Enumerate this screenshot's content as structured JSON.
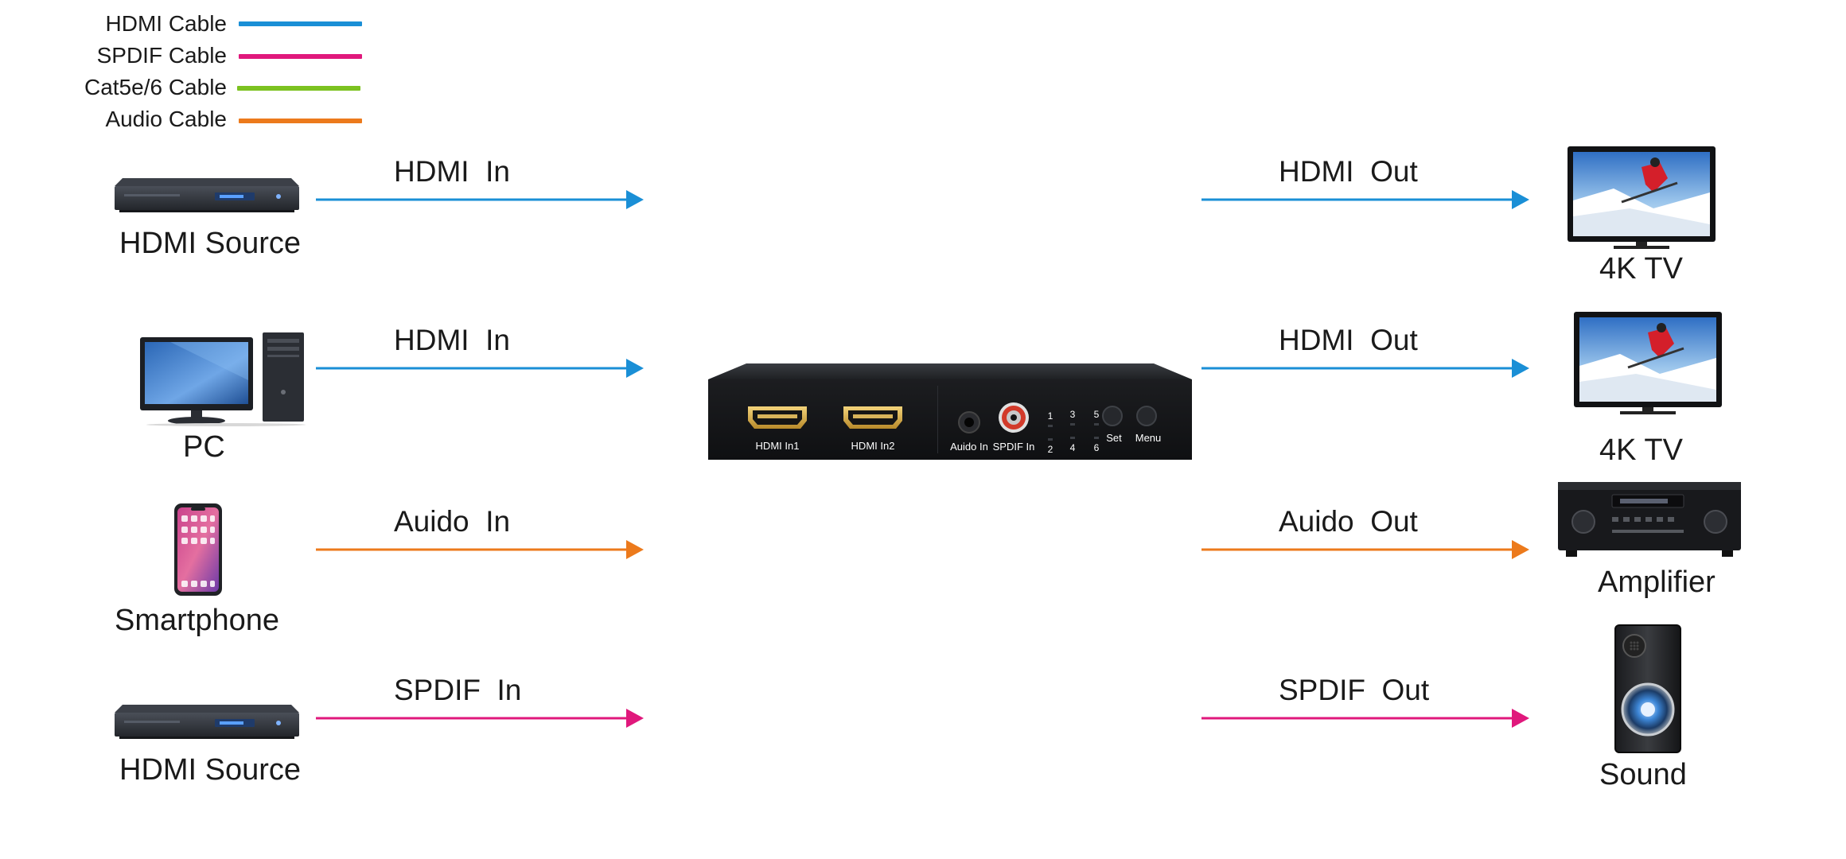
{
  "colors": {
    "hdmi": "#1a8fd6",
    "spdif": "#e0187c",
    "cat5e": "#7cc220",
    "audio": "#ec7a1c"
  },
  "legend": [
    {
      "label": "HDMI Cable",
      "color": "#1a8fd6"
    },
    {
      "label": "SPDIF Cable",
      "color": "#e0187c"
    },
    {
      "label": "Cat5e/6 Cable",
      "color": "#7cc220"
    },
    {
      "label": "Audio Cable",
      "color": "#ec7a1c"
    }
  ],
  "sources": [
    {
      "label": "HDMI Source",
      "icon": "hdmi-source-icon"
    },
    {
      "label": "PC",
      "icon": "pc-icon"
    },
    {
      "label": "Smartphone",
      "icon": "smartphone-icon"
    },
    {
      "label": "HDMI Source",
      "icon": "hdmi-source-icon"
    }
  ],
  "inputs": [
    {
      "label": "HDMI  In",
      "color": "#1a8fd6"
    },
    {
      "label": "HDMI  In",
      "color": "#1a8fd6"
    },
    {
      "label": "Auido  In",
      "color": "#ec7a1c"
    },
    {
      "label": "SPDIF  In",
      "color": "#e0187c"
    }
  ],
  "outputs": [
    {
      "label": "HDMI  Out",
      "color": "#1a8fd6"
    },
    {
      "label": "HDMI  Out",
      "color": "#1a8fd6"
    },
    {
      "label": "Auido  Out",
      "color": "#ec7a1c"
    },
    {
      "label": "SPDIF  Out",
      "color": "#e0187c"
    }
  ],
  "sinks": [
    {
      "label": "4K TV",
      "icon": "tv-icon"
    },
    {
      "label": "4K TV",
      "icon": "tv-icon"
    },
    {
      "label": "Amplifier",
      "icon": "amplifier-icon"
    },
    {
      "label": "Sound",
      "icon": "speaker-icon"
    }
  ],
  "device": {
    "ports": {
      "hdmi_in1": "HDMI In1",
      "hdmi_in2": "HDMI In2",
      "audio_in": "Auido In",
      "spdif_in": "SPDIF In",
      "set": "Set",
      "menu": "Menu"
    },
    "leds": [
      "1",
      "2",
      "3",
      "4",
      "5",
      "6"
    ]
  }
}
